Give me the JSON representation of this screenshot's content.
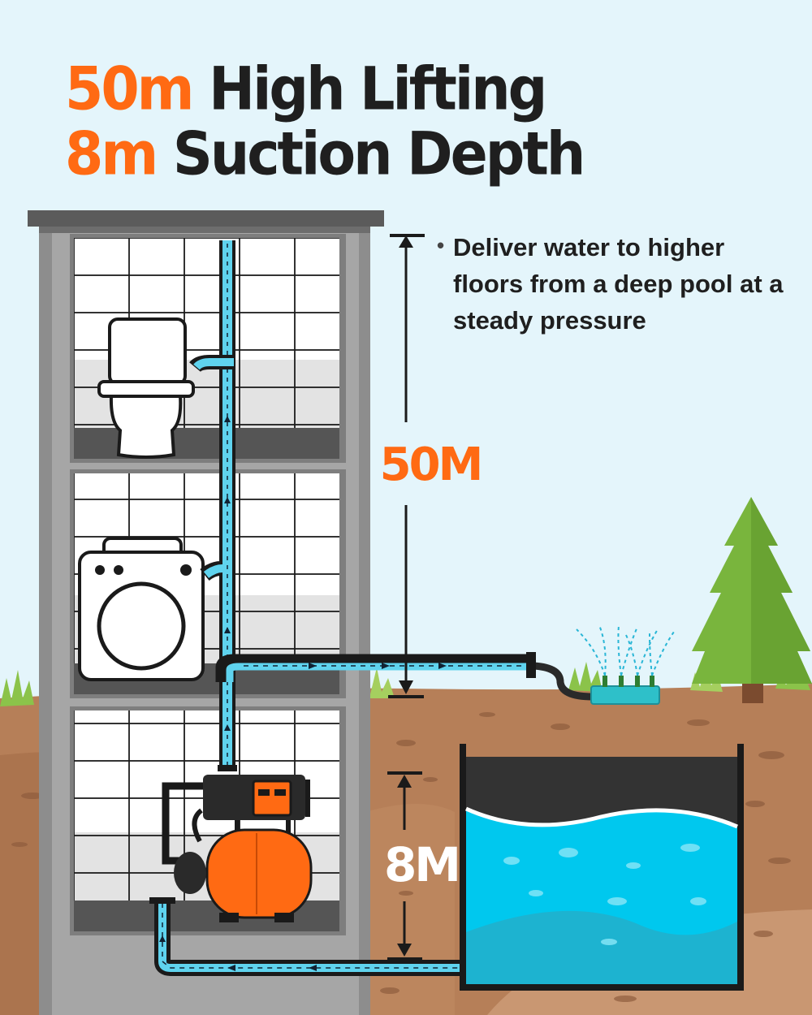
{
  "headline": {
    "line1": {
      "highlight": "50m",
      "text": "High Lifting"
    },
    "line2": {
      "highlight": "8m",
      "text": "Suction Depth"
    }
  },
  "description": {
    "bullet": "•",
    "text": "Deliver water to higher floors from a deep pool at a steady pressure"
  },
  "dimensions": {
    "lift": "50M",
    "suction": "8M"
  },
  "colors": {
    "accent": "#ff6a13",
    "text": "#1f1f1f",
    "sky": "#e4f5fb",
    "water": "#00c8ee",
    "pipe_water": "#5fd3ee",
    "soil": "#b9805a",
    "grass": "#8bc34a",
    "building": "#9a9a9a"
  },
  "icons": [
    "toilet-icon",
    "washing-machine-icon",
    "water-pump-icon",
    "sprinkler-icon",
    "pine-tree-icon",
    "water-pool-icon"
  ]
}
